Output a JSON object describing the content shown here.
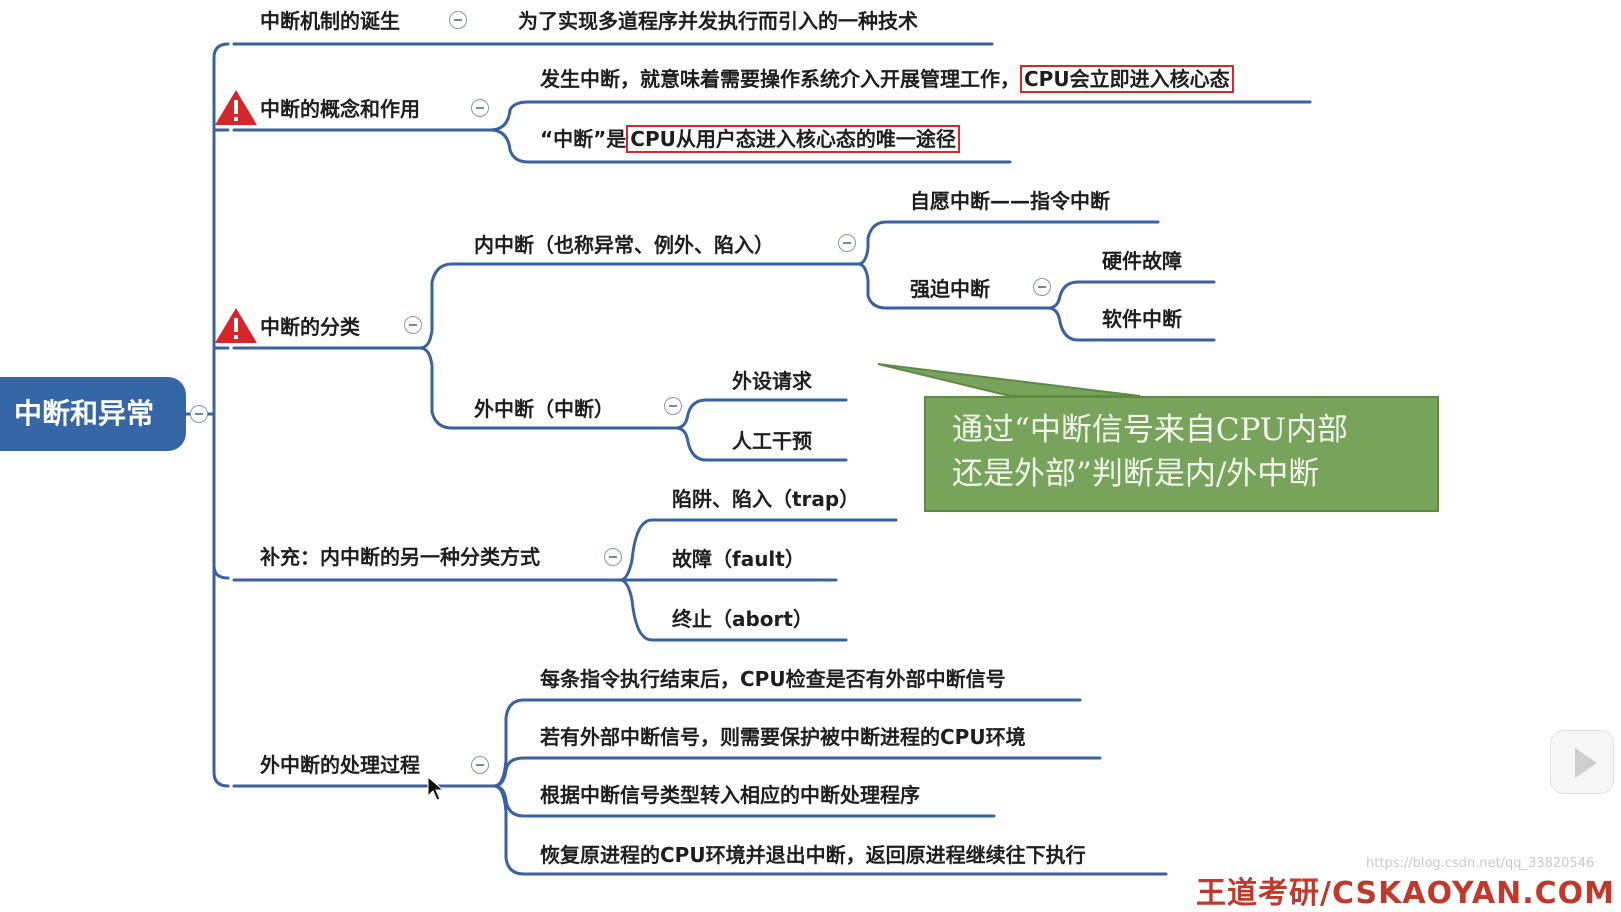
{
  "root": {
    "label": "中断和异常"
  },
  "branches": {
    "birth": {
      "label": "中断机制的诞生",
      "detail": "为了实现多道程序并发执行而引入的一种技术"
    },
    "concept": {
      "label": "中断的概念和作用",
      "item1_prefix": "发生中断，就意味着需要操作系统介入开展管理工作，",
      "item1_highlight": "CPU会立即进入核心态",
      "item2_prefix": "“中断”是",
      "item2_highlight": "CPU从用户态进入核心态的唯一途径"
    },
    "classification": {
      "label": "中断的分类",
      "internal": {
        "label": "内中断（也称异常、例外、陷入）",
        "voluntary": "自愿中断——指令中断",
        "forced": {
          "label": "强迫中断",
          "children": [
            "硬件故障",
            "软件中断"
          ]
        }
      },
      "external": {
        "label": "外中断（中断）",
        "children": [
          "外设请求",
          "人工干预"
        ]
      }
    },
    "supplement": {
      "label": "补充：内中断的另一种分类方式",
      "children": [
        "陷阱、陷入（trap）",
        "故障（fault）",
        "终止（abort）"
      ]
    },
    "process": {
      "label": "外中断的处理过程",
      "steps": [
        "每条指令执行结束后，CPU检查是否有外部中断信号",
        "若有外部中断信号，则需要保护被中断进程的CPU环境",
        "根据中断信号类型转入相应的中断处理程序",
        "恢复原进程的CPU环境并退出中断，返回原进程继续往下执行"
      ]
    }
  },
  "note": {
    "line1": "通过“中断信号来自CPU内部",
    "line2": "还是外部”判断是内/外中断"
  },
  "watermark": "https://blog.csdn.net/qq_33820546",
  "brand": "王道考研/CSKAOYAN.COM",
  "colors": {
    "wire": "#3a62a0",
    "root": "#3566a6",
    "note": "#77a35a",
    "warning": "#d7262b",
    "highlight": "#d9252b"
  }
}
